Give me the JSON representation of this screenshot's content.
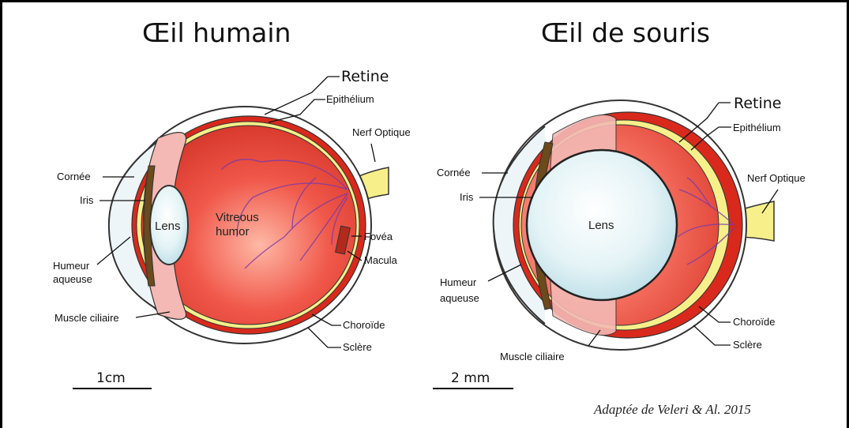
{
  "human": {
    "title": "Œil humain",
    "labels": {
      "retine": "Retine",
      "epithelium": "Epithélium",
      "nerf": "Nerf Optique",
      "cornee": "Cornée",
      "iris": "Iris",
      "lens": "Lens",
      "vitreous1": "Vitreous",
      "vitreous2": "humor",
      "fovea": "Fovéa",
      "macula": "Macula",
      "humeur1": "Humeur",
      "humeur2": "aqueuse",
      "muscle": "Muscle ciliaire",
      "choroide": "Choroïde",
      "sclere": "Sclère"
    },
    "scale": "1cm"
  },
  "mouse": {
    "title": "Œil de souris",
    "labels": {
      "retine": "Retine",
      "epithelium": "Epithélium",
      "nerf": "Nerf Optique",
      "cornee": "Cornée",
      "iris": "Iris",
      "lens": "Lens",
      "humeur1": "Humeur",
      "humeur2": "aqueuse",
      "muscle": "Muscle ciliaire",
      "choroide": "Choroïde",
      "sclere": "Sclère"
    },
    "scale": "2 mm"
  },
  "citation": "Adaptée de Veleri & Al. 2015",
  "colors": {
    "vitreous": "#e8453a",
    "choroid": "#d8291c",
    "retina_yellow": "#f7ef8a",
    "sclera": "#ffffff",
    "lens": "#d6eef2",
    "iris": "#6b4a1c",
    "ciliary": "#f4b9b4",
    "vessels": "#7a3aa8"
  }
}
